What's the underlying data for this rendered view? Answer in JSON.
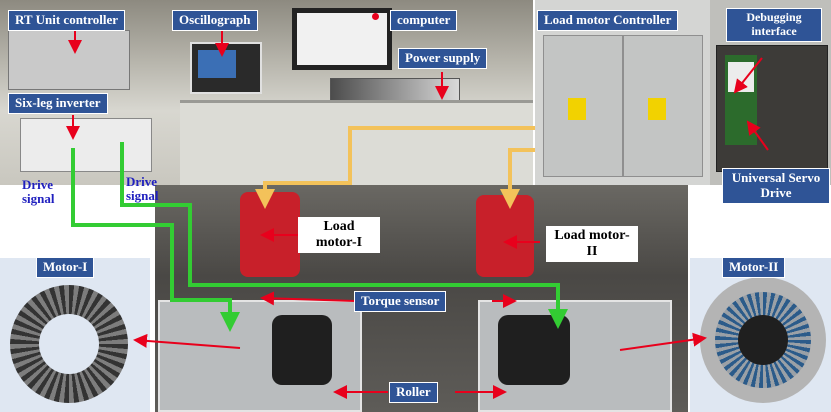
{
  "labels": {
    "rt_unit": "RT Unit controller",
    "oscillograph": "Oscillograph",
    "computer": "computer",
    "power_supply": "Power supply",
    "six_leg": "Six-leg inverter",
    "load_motor_controller": "Load motor Controller",
    "debugging": "Debugging interface",
    "universal": "Universal Servo Drive",
    "drive_signal_1": "Drive signal",
    "drive_signal_2": "Drive signal",
    "load_motor_1": "Load motor-I",
    "load_motor_2": "Load motor-II",
    "torque_sensor": "Torque sensor",
    "roller": "Roller",
    "motor_1": "Motor-I",
    "motor_2": "Motor-II"
  },
  "colors": {
    "label_bg": "#2f5496",
    "drive_signal_line": "#33cc33",
    "power_line": "#f3c25a",
    "pointer": "#e8001c"
  }
}
